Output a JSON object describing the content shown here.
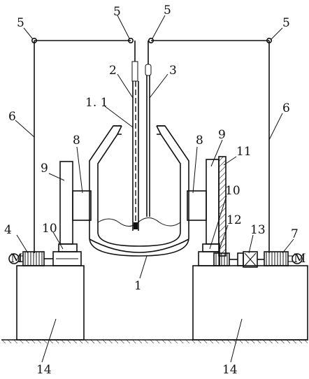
{
  "figure": {
    "labels": {
      "vessel": "1",
      "vessel_lining": "1. 1",
      "probe_left": "2",
      "probe_right": "3",
      "motor_left": "4",
      "pulley_top_left": "5",
      "pulley_top_center_left": "5",
      "pulley_top_center_right": "5",
      "pulley_top_right": "5",
      "cable_left": "6",
      "cable_right": "6",
      "motor_right": "7",
      "trunnion_left": "8",
      "trunnion_right": "8",
      "stand_left": "9",
      "stand_right": "9",
      "bearing_left": "10",
      "bearing_right": "10",
      "gear": "11",
      "gearbox": "12",
      "drive_motor": "13",
      "base_left": "14",
      "base_right": "14"
    },
    "motor_symbol": "M"
  },
  "colors": {
    "line": "#111111",
    "background": "#ffffff"
  }
}
